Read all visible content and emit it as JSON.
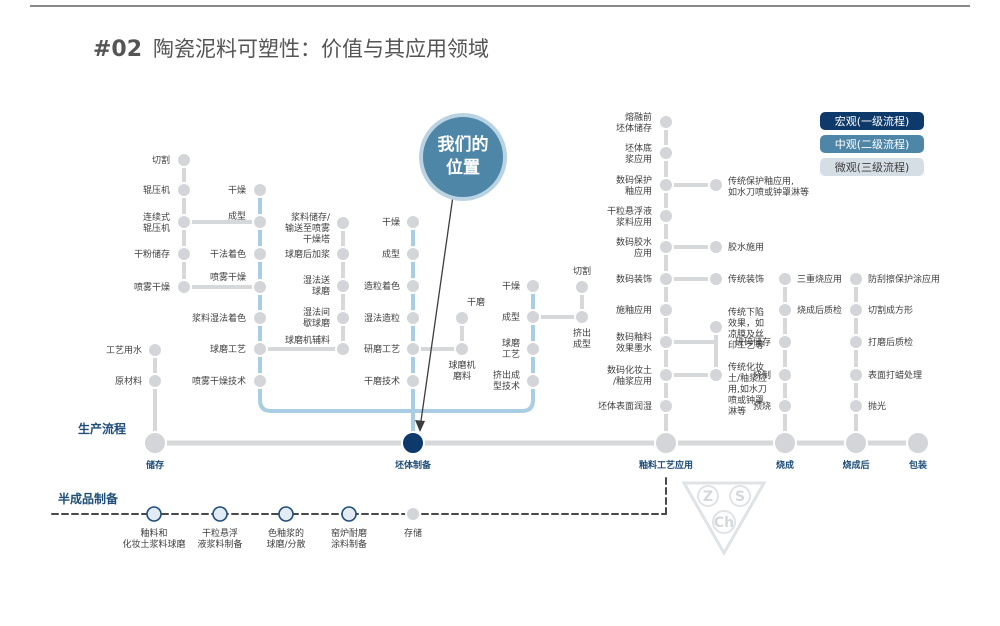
{
  "title": {
    "number": "#02",
    "text": "陶瓷泥料可塑性：价值与其应用领域"
  },
  "bubble": {
    "line1": "我们的",
    "line2": "位置"
  },
  "legend": {
    "macro": "宏观(一级流程)",
    "meso": "中观(二级流程)",
    "micro": "微观(三级流程)"
  },
  "headings": {
    "production": "生产流程",
    "semi": "半成品制备"
  },
  "main_stations": {
    "storage": "储存",
    "blank": "坯体制备",
    "glaze": "釉料工艺应用",
    "firing": "烧成",
    "after": "烧成后",
    "package": "包装"
  },
  "col_storage": {
    "craft_water": "工艺用水",
    "raw": "原材料"
  },
  "col_forming": {
    "cut": "切割",
    "roller": "辊压机",
    "cont1": "连续式",
    "cont2": "辊压机",
    "dry_plate": "干粉储存",
    "spray_dry": "喷雾干燥",
    "dryer": "干燥",
    "forming": "成型",
    "dry_color": "干法着色",
    "spray_dry2": "喷雾干燥",
    "wet_color": "浆料湿法着色",
    "ball_mill": "球磨工艺",
    "spray_tech": "喷雾干燥技术"
  },
  "col_slip": {
    "slip1": "浆料储存/",
    "slip2": "输送至喷雾",
    "slip3": "干燥塔",
    "after_ball": "球磨后加浆",
    "wet1a": "湿法送",
    "wet1b": "球磨",
    "wet2a": "湿法间",
    "wet2b": "歇球磨",
    "ball_aux": "球磨机辅料"
  },
  "col_dry": {
    "dry": "干燥",
    "form": "成型",
    "dry_color": "造粒着色",
    "wet_gran": "湿法造粒",
    "grind": "研磨工艺",
    "dry_tech": "干磨技术",
    "dry_mill": "干磨",
    "mill1": "球磨机",
    "mill2": "磨料"
  },
  "col_extrude": {
    "dry": "干燥",
    "form": "成型",
    "ball1": "球磨",
    "ball2": "工艺",
    "ext1": "挤出成",
    "ext2": "型技术",
    "cut": "切割",
    "extf1": "挤出",
    "extf2": "成型"
  },
  "col_glaze": {
    "g1a": "熔融前",
    "g1b": "坯体储存",
    "g2a": "坯体底",
    "g2b": "浆应用",
    "g3a": "数码保护",
    "g3b": "釉应用",
    "g4a": "干粒悬浮液",
    "g4b": "浆料应用",
    "g5a": "数码胶水",
    "g5b": "应用",
    "g6": "数码装饰",
    "g7": "施釉应用",
    "g8a": "数码釉料",
    "g8b": "效果墨水",
    "g9a": "数码化妆土",
    "g9b": "/釉浆应用",
    "g10": "坯体表面润湿"
  },
  "glaze_side": {
    "protect1": "传统保护釉应用,",
    "protect2": "如水刀喷或钟罩淋等",
    "glue": "胶水施用",
    "deco": "传统装饰",
    "t1": "传统下陷",
    "t2": "效果，如",
    "t3": "凉膜及丝",
    "t4": "印工艺等",
    "c1": "传统化妆",
    "c2": "土/釉浆应",
    "c3": "用,如水刀",
    "c4": "喷或钟罩",
    "c5": "淋等"
  },
  "col_firing": {
    "triple": "三重烧应用",
    "fire_check": "烧成后质检",
    "crush": "破碎储存",
    "burn": "烧制",
    "pre": "预烧"
  },
  "col_after": {
    "anti": "防刮擦保护涂应用",
    "cut": "切割成方形",
    "polish_check": "打磨后质检",
    "surface": "表面打蜡处理",
    "shine": "抛光"
  },
  "semi": {
    "s1a": "釉料和",
    "s1b": "化妆土浆料球磨",
    "s2a": "干粒悬浮",
    "s2b": "液浆料制备",
    "s3a": "色釉浆的",
    "s3b": "球磨/分散",
    "s4a": "窑炉耐磨",
    "s4b": "涂料制备",
    "s5": "存储"
  },
  "logo": {
    "z": "Z",
    "s": "S",
    "ch": "Ch"
  },
  "colors": {
    "macro": "#0d3a6b",
    "meso": "#4e86a7",
    "micro": "#d5dde5",
    "node": "#d3d5d8",
    "line_gray": "#d6d8da",
    "line_blue": "#a9cde2"
  }
}
